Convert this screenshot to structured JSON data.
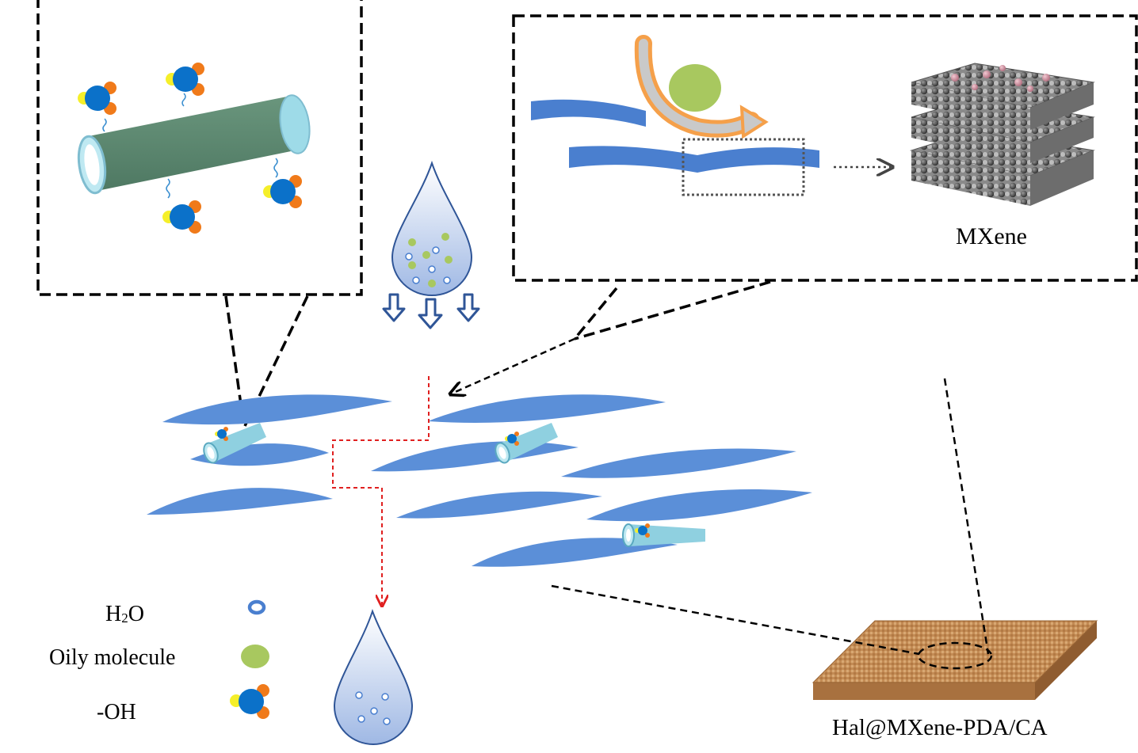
{
  "labels": {
    "mxene": "MXene",
    "material": "Hal@MXene-PDA/CA"
  },
  "legend": {
    "h2o_main": "H",
    "h2o_sub": "2",
    "h2o_end": "O",
    "oily": "Oily molecule",
    "oh": "-OH"
  },
  "colors": {
    "water_blue": "#4a7fcf",
    "fiber_blue": "#5b8fd8",
    "tube_green": "#5f8a72",
    "tube_light": "#8fd0e0",
    "oily_green": "#a8c85f",
    "oh_blue": "#0b71c9",
    "oh_orange": "#f07a1a",
    "oh_yellow": "#f5ef2a",
    "red_path": "#e02020",
    "arrow_orange": "#f5a04a"
  }
}
